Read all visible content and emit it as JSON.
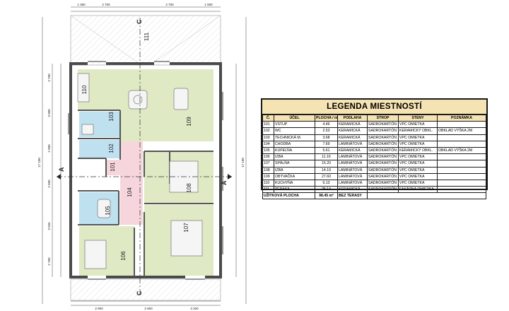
{
  "legend": {
    "title": "LEGENDA MIESTNOSTÍ",
    "headers": [
      "Č.",
      "ÚČEL",
      "PLOCHA / m²",
      "PODLAHA",
      "STROP",
      "STENY",
      "POZNÁMKA"
    ],
    "rows": [
      [
        "101",
        "VSTUP",
        "4.46",
        "KERAMICKÁ",
        "SADROKARTÓN",
        "VPC OMIETKA",
        ""
      ],
      [
        "102",
        "WC",
        "2.53",
        "KERAMICKÁ",
        "SADROKARTÓN",
        "KERAMICKÝ OBKL.",
        "OBKLAD VÝŠKA 2M"
      ],
      [
        "103",
        "TECHNICKÁ M.",
        "3.68",
        "KERAMICKÁ",
        "SADROKARTÓN",
        "VPC OMIETKA",
        ""
      ],
      [
        "104",
        "CHODBA",
        "7.69",
        "LAMINÁTOVÁ",
        "SADROKARTÓN",
        "VPC OMIETKA",
        ""
      ],
      [
        "105",
        "KÚPEĽŇA",
        "5.61",
        "KERAMICKÁ",
        "SADROKARTÓN",
        "KERAMICKÝ OBKL.",
        "OBKLAD VÝŠKA 2M"
      ],
      [
        "106",
        "IZBA",
        "11.16",
        "LAMINÁTOVÁ",
        "SADROKARTÓN",
        "VPC OMIETKA",
        ""
      ],
      [
        "107",
        "SPÁLŇA",
        "15.20",
        "LAMINÁTOVÁ",
        "SADROKARTÓN",
        "VPC OMIETKA",
        ""
      ],
      [
        "108",
        "IZBA",
        "14.19",
        "LAMINÁTOVÁ",
        "SADROKARTÓN",
        "VPC OMIETKA",
        ""
      ],
      [
        "109",
        "OBÝVAČKA",
        "27.60",
        "LAMINÁTOVÁ",
        "SADROKARTÓN",
        "VPC OMIETKA",
        ""
      ],
      [
        "110",
        "KUCHYŇA",
        "6.13",
        "LAMINÁTOVÁ",
        "SADROKARTÓN",
        "VPC OMIETKA",
        ""
      ],
      [
        "111",
        "TERASA",
        "25.14",
        "KERAMICKÁ",
        "SADROKARTÓN",
        "FASÁDNA OMIETKA",
        ""
      ]
    ],
    "footer": [
      "UŽITKOVÁ PLOCHA",
      "98.45 m²",
      "BEZ TERASY"
    ]
  },
  "plan": {
    "rooms": [
      {
        "id": "110"
      },
      {
        "id": "109"
      },
      {
        "id": "103"
      },
      {
        "id": "102"
      },
      {
        "id": "101"
      },
      {
        "id": "104"
      },
      {
        "id": "105"
      },
      {
        "id": "106"
      },
      {
        "id": "107"
      },
      {
        "id": "108"
      },
      {
        "id": "111"
      }
    ],
    "section_marks": {
      "cut": "C",
      "side": "A"
    },
    "dimensions": {
      "top": [
        "1 350",
        "2 700",
        "2 700",
        "1 500"
      ],
      "left_total": "17 100",
      "right_total": "17 100",
      "left_parts": [
        "2 700",
        "3 000",
        "2 900",
        "2 500",
        "3 025",
        "2 700"
      ],
      "bottom": [
        "2 900",
        "2 900",
        "3 200"
      ]
    },
    "colors": {
      "living": "#dfe9c4",
      "wet": "#bfe0ef",
      "hall": "#f6d6dc",
      "wall": "#5a5a5a",
      "terrace": "#f3f3f3"
    }
  }
}
